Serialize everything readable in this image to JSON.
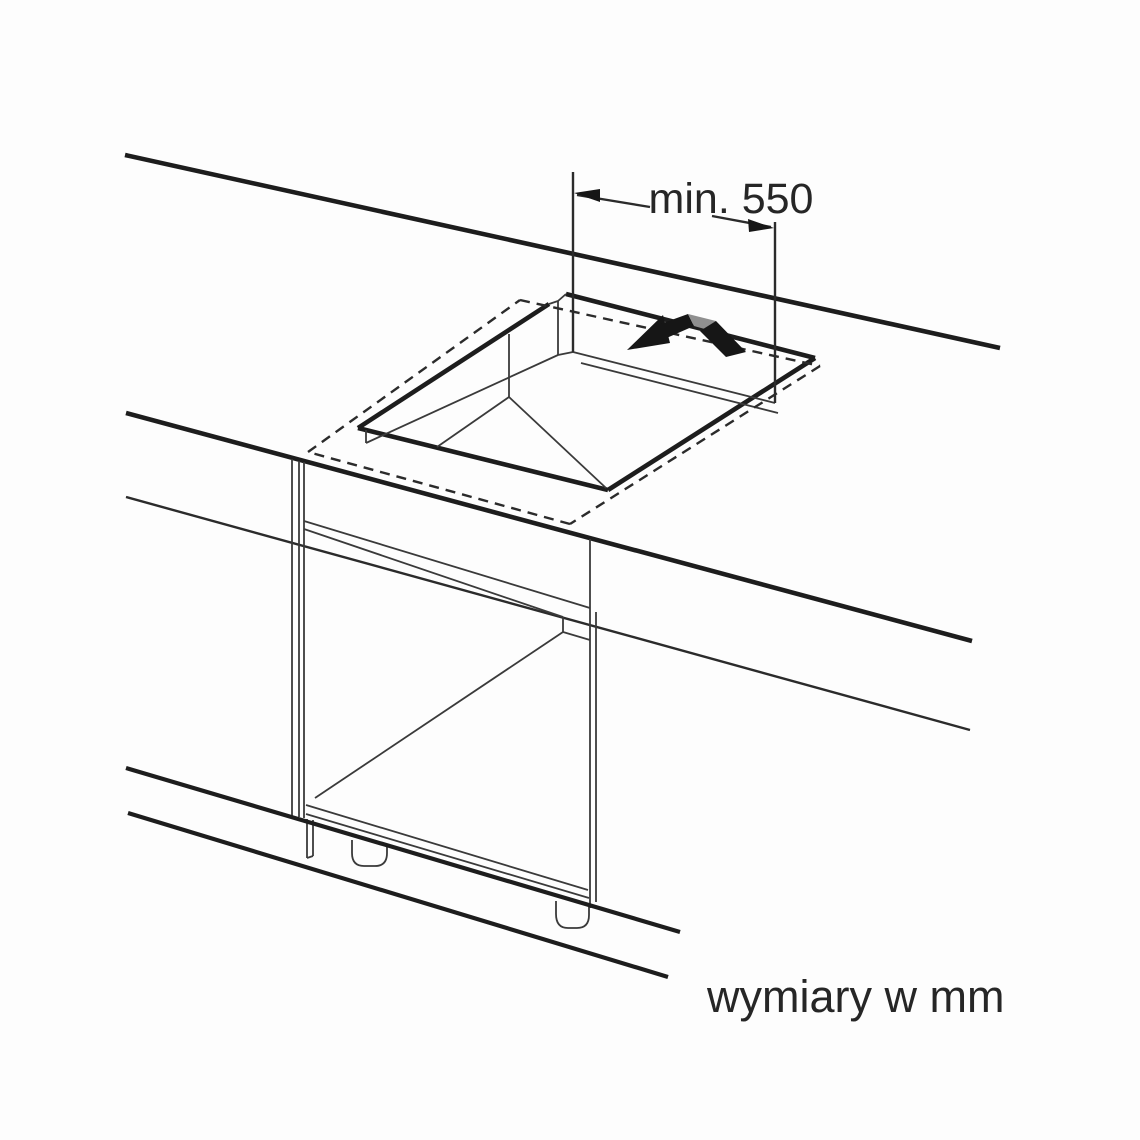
{
  "diagram": {
    "title": "hob-installation-cutout-diagram",
    "dimension_label": "min. 550",
    "units_note": "wymiary w mm",
    "colors": {
      "ink": "#1d1d1d",
      "thin_line": "#3a3a3a",
      "arrow_gray": "#8f8f8f",
      "background": "#fdfdfd"
    },
    "icons": [
      {
        "name": "two-way-curved-arrow-icon",
        "meaning": "fit appliance into cutout (two-direction movement)"
      }
    ],
    "elements": {
      "worktop": "countertop in perspective with rectangular cutout",
      "hob_outline": "dashed appliance footprint outline around cutout",
      "cabinet": "open base cabinet below worktop with two adjustable feet",
      "floor": "two parallel floor lines"
    }
  }
}
